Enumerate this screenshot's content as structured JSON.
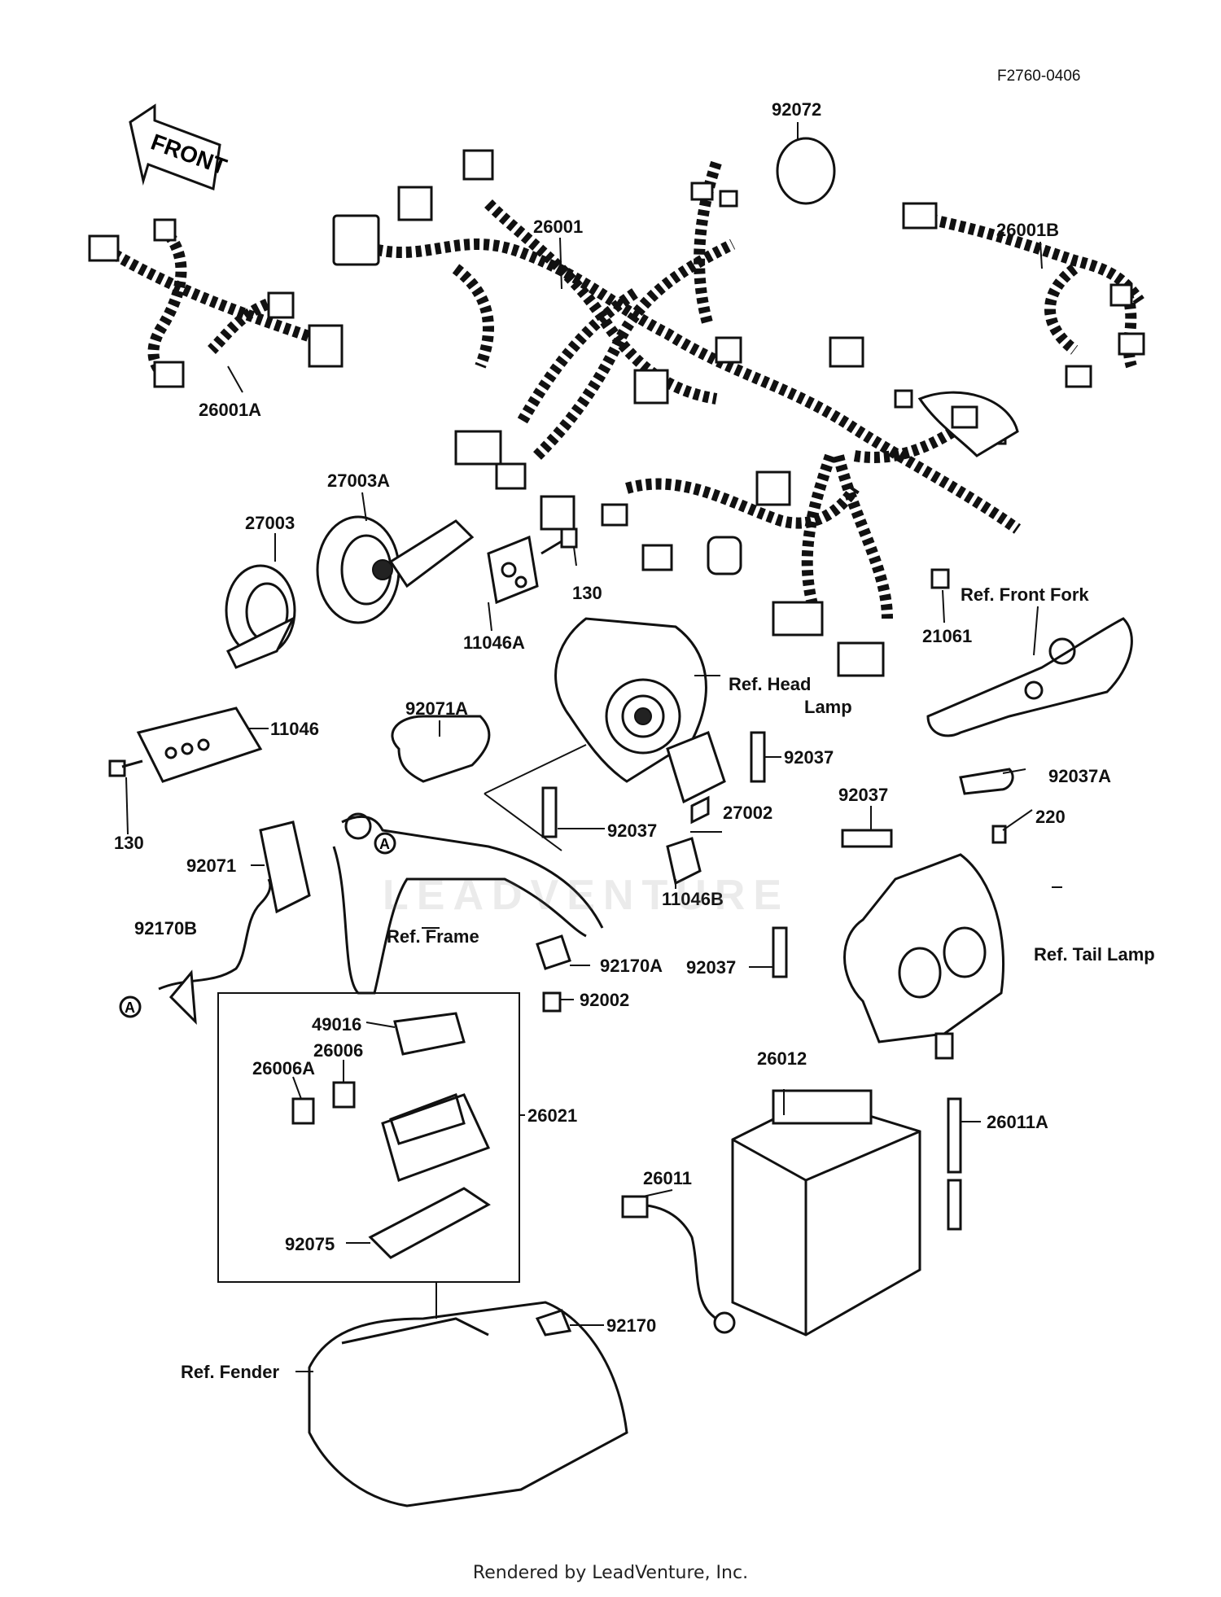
{
  "diagram_code": "F2760-0406",
  "front_arrow": "FRONT",
  "watermark": "LEADVENTURE",
  "footer": "Rendered by LeadVenture, Inc.",
  "callout_a": "A",
  "parts": {
    "p92072": "92072",
    "p26001": "26001",
    "p26001A": "26001A",
    "p26001B": "26001B",
    "p27003A": "27003A",
    "p27003": "27003",
    "p130a": "130",
    "p11046A": "11046A",
    "p21061": "21061",
    "p11046": "11046",
    "p130b": "130",
    "p92071A": "92071A",
    "p92071": "92071",
    "p92037a": "92037",
    "p92037b": "92037",
    "p27002": "27002",
    "p11046B": "11046B",
    "p92037A": "92037A",
    "p220": "220",
    "p92037c": "92037",
    "p92037d": "92037",
    "p92170B": "92170B",
    "p92170A": "92170A",
    "p92002": "92002",
    "p49016": "49016",
    "p26006": "26006",
    "p26006A": "26006A",
    "p26021": "26021",
    "p26012": "26012",
    "p26011A": "26011A",
    "p26011": "26011",
    "p92075": "92075",
    "p92170": "92170"
  },
  "refs": {
    "front_fork": "Ref. Front Fork",
    "head_lamp_1": "Ref. Head",
    "head_lamp_2": "Lamp",
    "frame": "Ref. Frame",
    "tail_lamp": "Ref. Tail Lamp",
    "fender": "Ref. Fender"
  }
}
